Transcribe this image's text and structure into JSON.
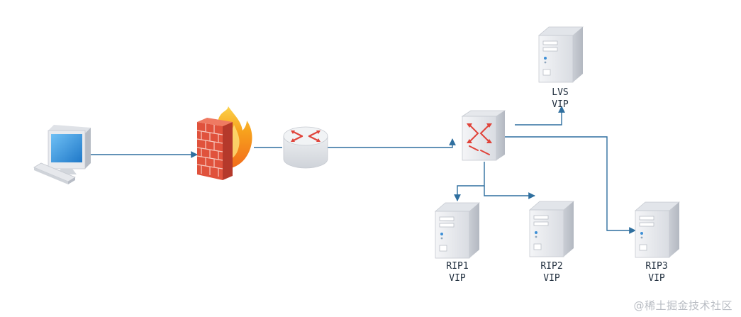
{
  "diagram": {
    "nodes": {
      "client": {
        "icon": "desktop-computer-icon",
        "label_lines": []
      },
      "firewall": {
        "icon": "firewall-icon",
        "label_lines": []
      },
      "router": {
        "icon": "router-icon",
        "label_lines": []
      },
      "switch": {
        "icon": "switch-icon",
        "label_lines": []
      },
      "lvs": {
        "icon": "server-icon",
        "label_lines": [
          "LVS",
          "VIP"
        ]
      },
      "rip1": {
        "icon": "server-icon",
        "label_lines": [
          "RIP1",
          "VIP"
        ]
      },
      "rip2": {
        "icon": "server-icon",
        "label_lines": [
          "RIP2",
          "VIP"
        ]
      },
      "rip3": {
        "icon": "server-icon",
        "label_lines": [
          "RIP3",
          "VIP"
        ]
      }
    },
    "edges": [
      {
        "from": "client",
        "to": "firewall"
      },
      {
        "from": "firewall",
        "to": "router"
      },
      {
        "from": "router",
        "to": "switch"
      },
      {
        "from": "switch",
        "to": "lvs"
      },
      {
        "from": "switch",
        "to": "rip1"
      },
      {
        "from": "switch",
        "to": "rip2"
      },
      {
        "from": "switch",
        "to": "rip3"
      }
    ],
    "colors": {
      "line": "#2f6f9f",
      "server_body": "#e9ebef",
      "monitor_screen": "#3d9be0",
      "firewall_brick": "#e0523c",
      "flame": "#f59a1b",
      "router_arrow": "#e0433a"
    }
  },
  "watermark": "@稀土掘金技术社区"
}
